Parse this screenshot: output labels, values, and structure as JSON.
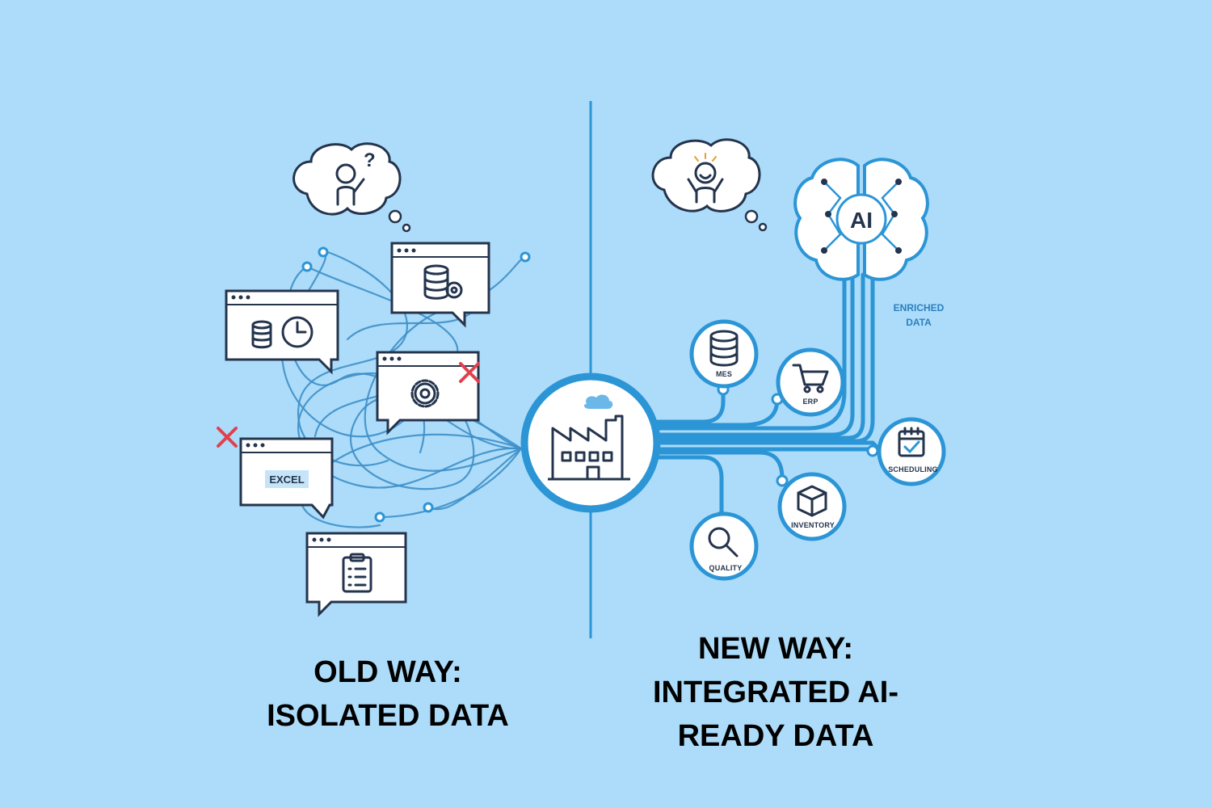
{
  "left_panel": {
    "caption_line1": "OLD WAY:",
    "caption_line2": "ISOLATED DATA",
    "window_label_excel": "EXCEL"
  },
  "right_panel": {
    "caption_line1": "NEW WAY:",
    "caption_line2": "INTEGRATED AI-",
    "caption_line3": "READY DATA",
    "brain_label": "AI",
    "enriched_line1": "ENRICHED",
    "enriched_line2": "DATA",
    "nodes": {
      "mes": "MES",
      "erp": "ERP",
      "scheduling": "SCHEDULING",
      "inventory": "INVENTORY",
      "quality": "QUALITY"
    }
  },
  "colors": {
    "background": "#acdcf9",
    "line_blue": "#2b95d6",
    "ink": "#24344d",
    "error_red": "#e0414d"
  }
}
